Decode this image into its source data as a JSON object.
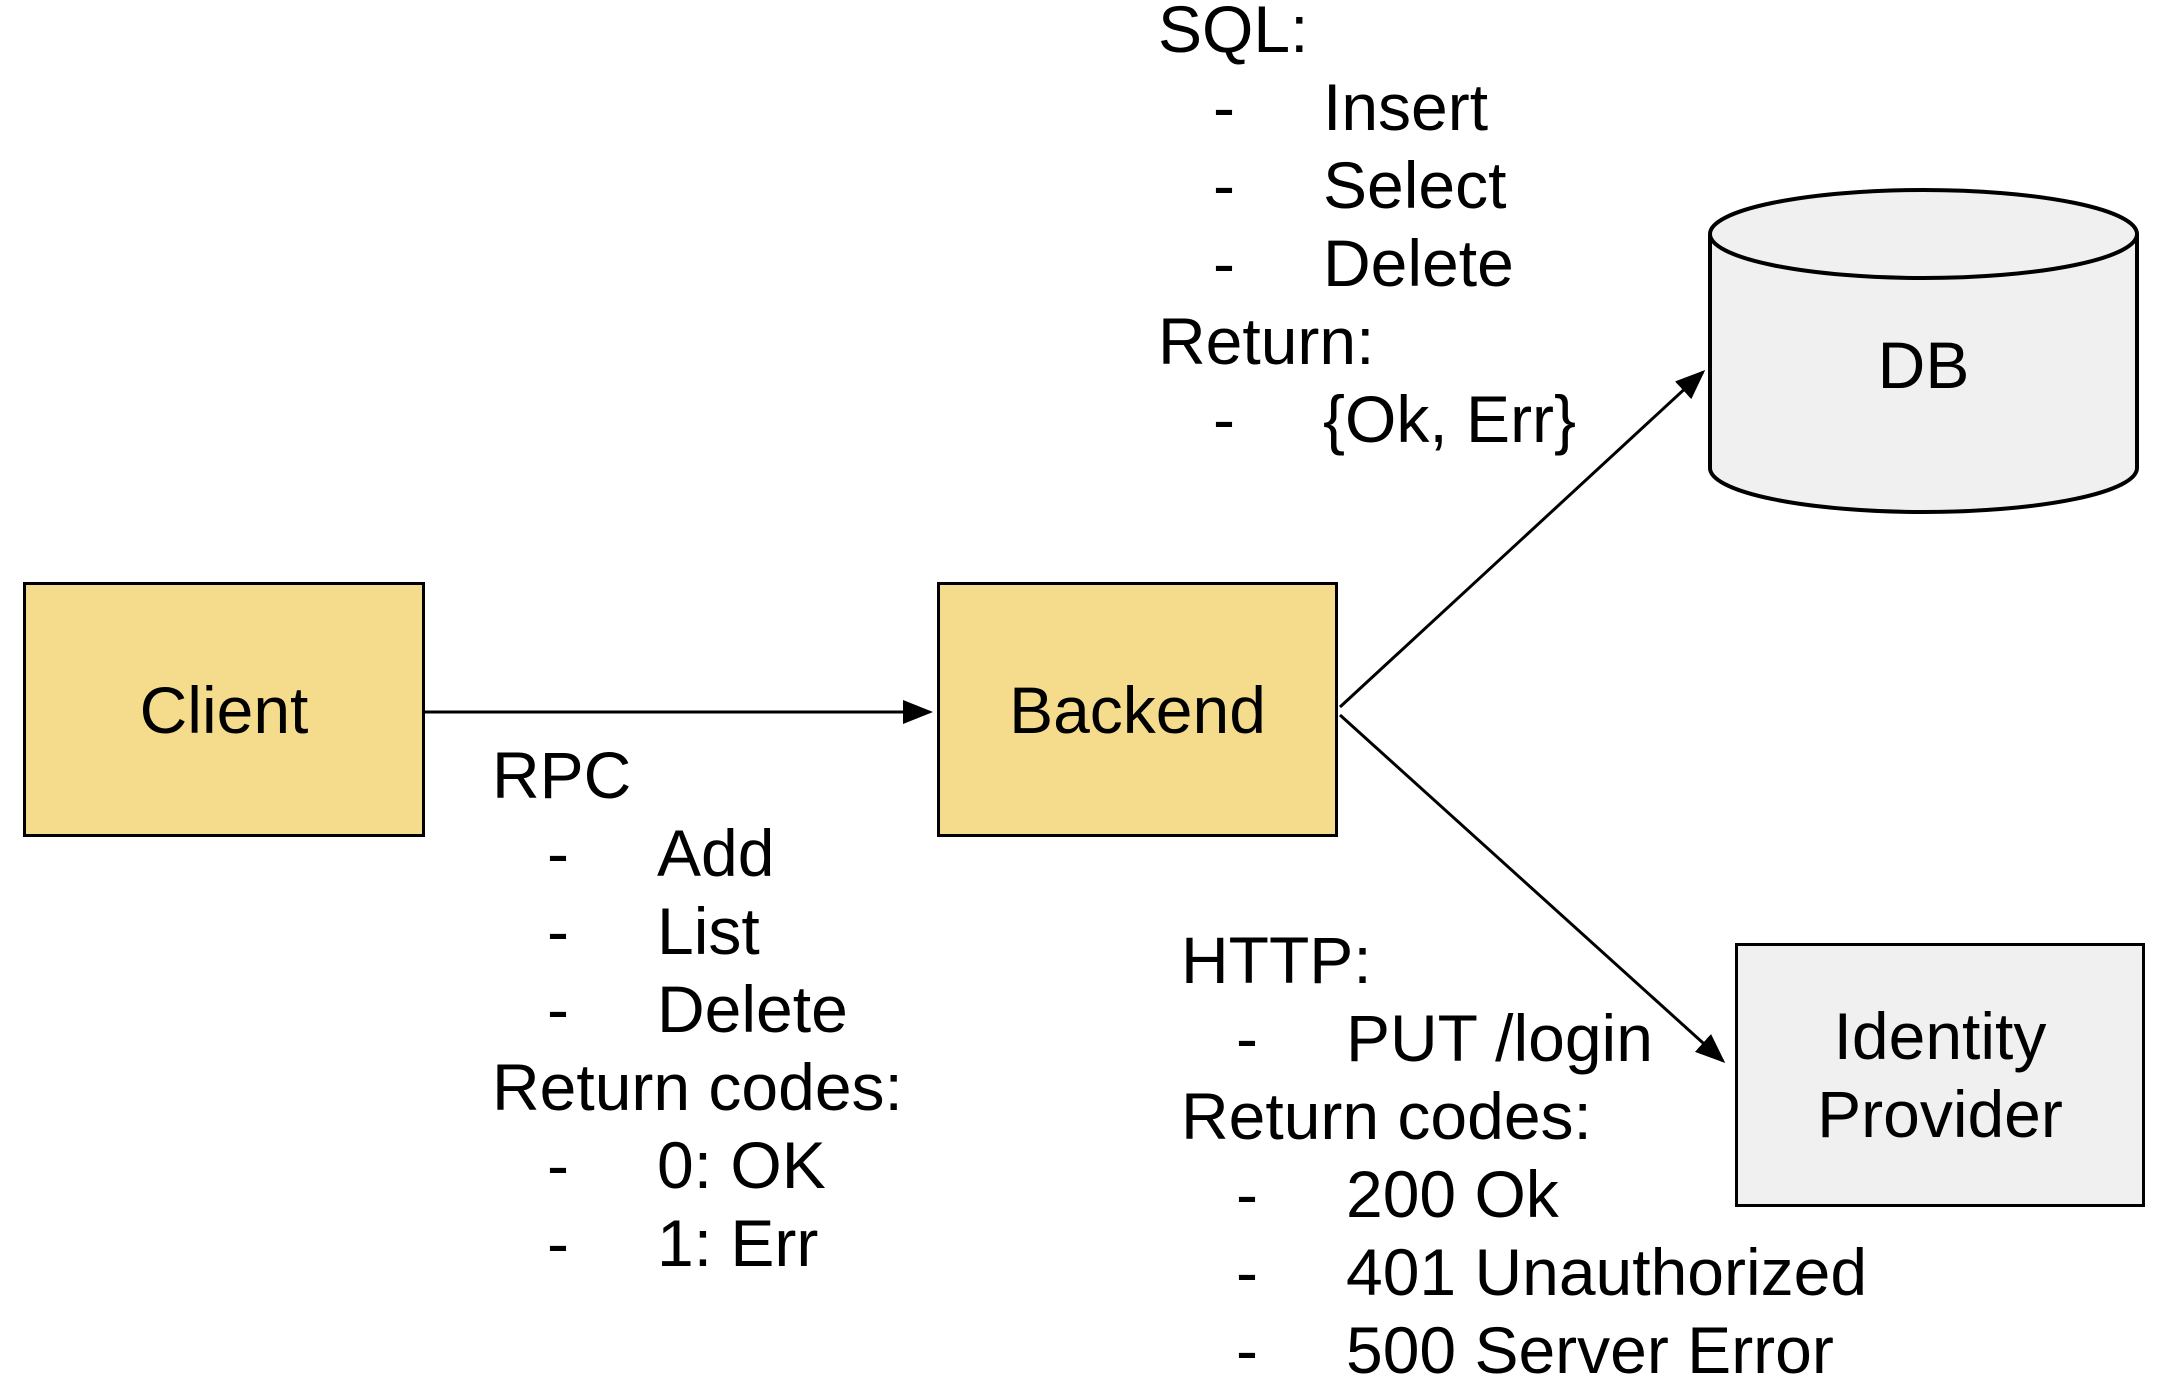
{
  "bullet_char": "-",
  "colors": {
    "node_fill_yellow": "#F5DC8C",
    "node_fill_gray": "#F0F0F0",
    "stroke": "#000000",
    "background": "#FFFFFF"
  },
  "nodes": {
    "client": {
      "label": "Client"
    },
    "backend": {
      "label": "Backend"
    },
    "db": {
      "label": "DB"
    },
    "idp": {
      "lines": [
        "Identity",
        "Provider"
      ]
    }
  },
  "edges": [
    {
      "from": "Client",
      "to": "Backend",
      "annotation": "rpc"
    },
    {
      "from": "Backend",
      "to": "DB",
      "annotation": "sql"
    },
    {
      "from": "Backend",
      "to": "Identity Provider",
      "annotation": "http"
    }
  ],
  "annotations": {
    "sql": {
      "lines": [
        {
          "t": "label",
          "text": "SQL:"
        },
        {
          "t": "item",
          "text": "Insert"
        },
        {
          "t": "item",
          "text": "Select"
        },
        {
          "t": "item",
          "text": "Delete"
        },
        {
          "t": "label",
          "text": "Return:"
        },
        {
          "t": "item",
          "text": "{Ok, Err}"
        }
      ]
    },
    "rpc": {
      "lines": [
        {
          "t": "label",
          "text": "RPC"
        },
        {
          "t": "item",
          "text": "Add"
        },
        {
          "t": "item",
          "text": "List"
        },
        {
          "t": "item",
          "text": "Delete"
        },
        {
          "t": "label",
          "text": "Return codes:"
        },
        {
          "t": "item",
          "text": "0: OK"
        },
        {
          "t": "item",
          "text": "1: Err"
        }
      ]
    },
    "http": {
      "lines": [
        {
          "t": "label",
          "text": "HTTP:"
        },
        {
          "t": "item",
          "text": "PUT /login"
        },
        {
          "t": "label",
          "text": "Return codes:"
        },
        {
          "t": "item",
          "text": "200 Ok"
        },
        {
          "t": "item",
          "text": "401 Unauthorized"
        },
        {
          "t": "item",
          "text": "500 Server Error"
        }
      ]
    }
  }
}
